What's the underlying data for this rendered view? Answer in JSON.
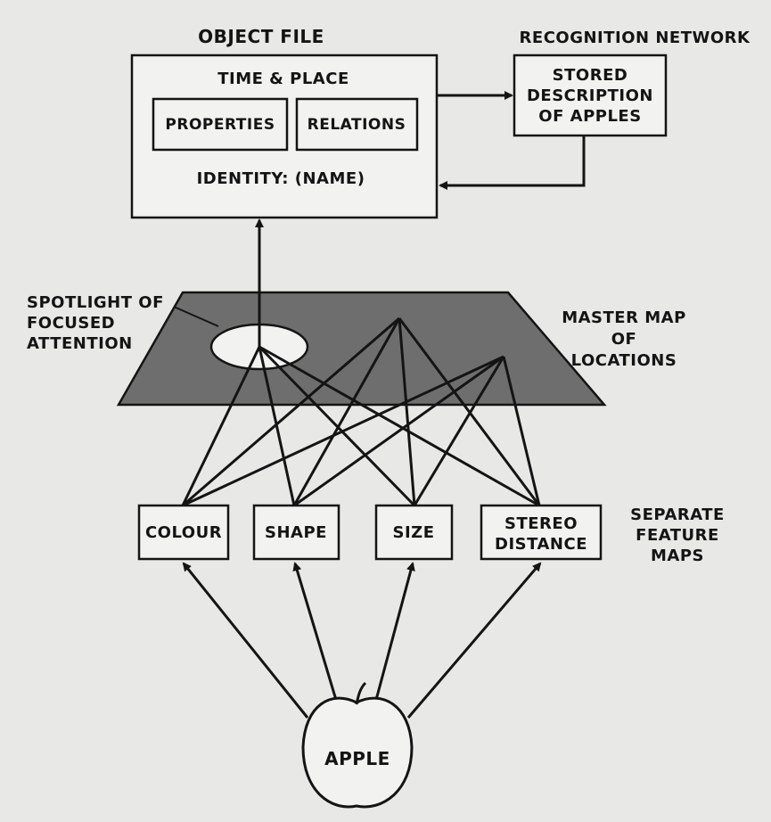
{
  "object_file": {
    "title": "OBJECT FILE",
    "time_place": "TIME & PLACE",
    "properties": "PROPERTIES",
    "relations": "RELATIONS",
    "identity": "IDENTITY: (NAME)"
  },
  "recognition": {
    "title": "RECOGNITION NETWORK",
    "line1": "STORED",
    "line2": "DESCRIPTION",
    "line3": "OF APPLES"
  },
  "spotlight": {
    "line1": "SPOTLIGHT OF",
    "line2": "FOCUSED",
    "line3": "ATTENTION"
  },
  "master_map": {
    "line1": "MASTER MAP",
    "line2": "OF",
    "line3": "LOCATIONS"
  },
  "features": {
    "colour": "COLOUR",
    "shape": "SHAPE",
    "size": "SIZE",
    "stereo_line1": "STEREO",
    "stereo_line2": "DISTANCE"
  },
  "separate": {
    "line1": "SEPARATE",
    "line2": "FEATURE",
    "line3": "MAPS"
  },
  "apple": "APPLE",
  "colors": {
    "ink": "#141414",
    "map_fill": "#6e6e6e",
    "paper": "#e8e8e6"
  }
}
